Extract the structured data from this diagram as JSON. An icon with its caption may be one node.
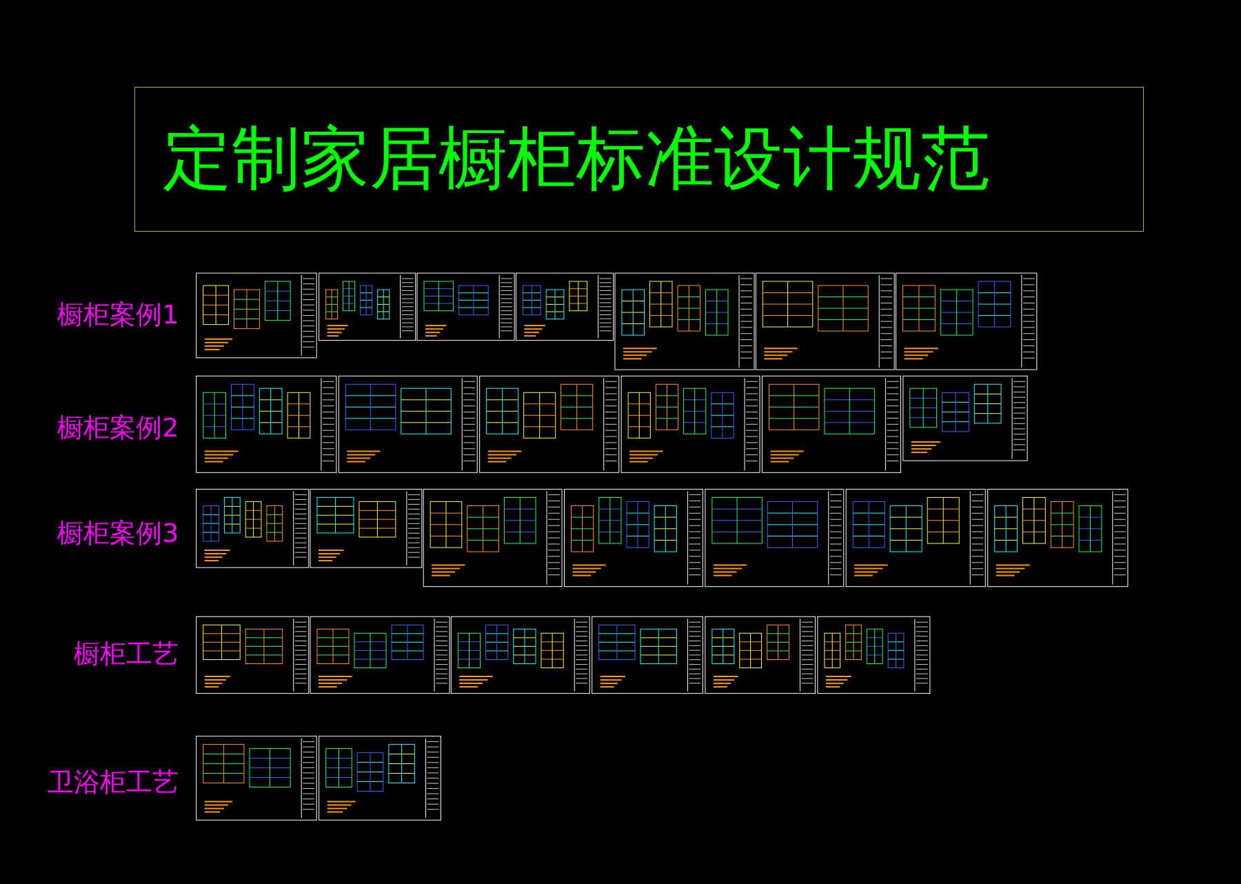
{
  "diagram": {
    "title": "定制家居橱柜标准设计规范",
    "labels": [
      "橱柜案例1",
      "橱柜案例2",
      "橱柜案例3",
      "橱柜工艺",
      "卫浴柜工艺"
    ]
  }
}
